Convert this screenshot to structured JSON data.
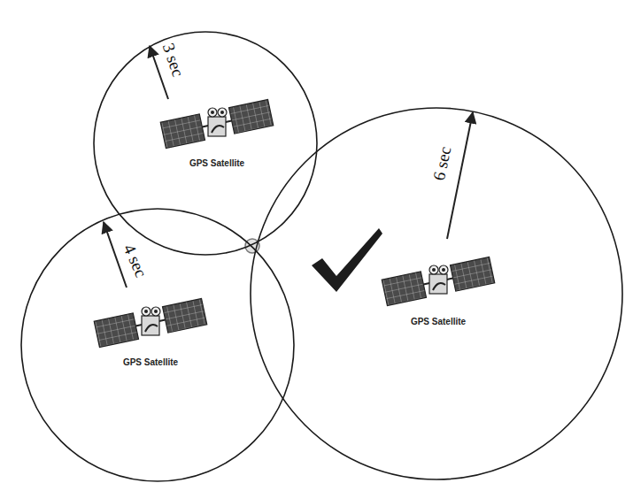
{
  "diagram": {
    "nodes": [
      {
        "text": [
          "3 sec",
          "GPS Satellite"
        ]
      },
      {
        "text": [
          "4 sec",
          "GPS Satellite"
        ]
      },
      {
        "text": [
          "6 sec",
          "GPS Satellite"
        ]
      }
    ]
  }
}
